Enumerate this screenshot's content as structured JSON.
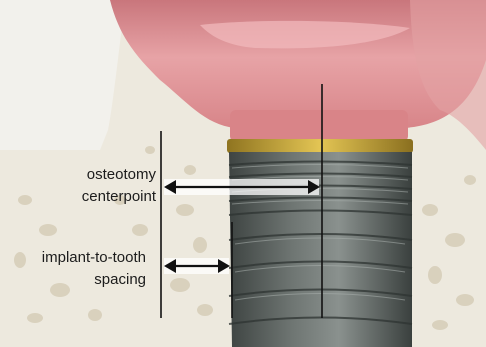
{
  "labels": {
    "osteotomy": {
      "line1": "osteotomy",
      "line2": "centerpoint"
    },
    "spacing": {
      "line1": "implant-to-tooth",
      "line2": "spacing"
    }
  },
  "colors": {
    "gingiva": "#d8868b",
    "gingiva_highlight": "#f1b8bb",
    "bone": "#ece8dc",
    "bone_pore": "#d9d1be",
    "tooth": "#efeeea",
    "implant": "#5d6461",
    "implant_dark": "#3c4240",
    "collar": "#c9a93a",
    "line": "#111111"
  }
}
